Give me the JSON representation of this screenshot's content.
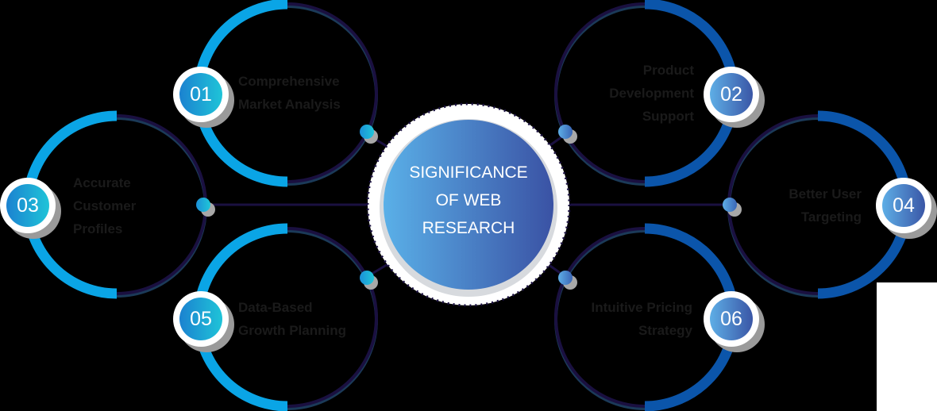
{
  "diagram": {
    "title_lines": [
      "SIGNIFICANCE",
      "OF WEB",
      "RESEARCH"
    ],
    "colors": {
      "background": "#000000",
      "cyan_arc": "#0aa5e6",
      "blue_arc": "#0b55aa",
      "dark_arc": "#1a1040",
      "dark_arc_inner": "#1b3a58",
      "label_text": "#1a1a1a",
      "center_gradient_start": "#5ab0e8",
      "center_gradient_end": "#3a52a4"
    },
    "items": [
      {
        "number": "01",
        "lines": [
          "Comprehensive",
          "Market Analysis"
        ],
        "side": "left",
        "accent": "cyan"
      },
      {
        "number": "02",
        "lines": [
          "Product",
          "Development",
          "Support"
        ],
        "side": "right",
        "accent": "blue"
      },
      {
        "number": "03",
        "lines": [
          "Accurate",
          "Customer",
          "Profiles"
        ],
        "side": "left",
        "accent": "cyan"
      },
      {
        "number": "04",
        "lines": [
          "Better User",
          "Targeting"
        ],
        "side": "right",
        "accent": "blue"
      },
      {
        "number": "05",
        "lines": [
          "Data-Based",
          "Growth Planning"
        ],
        "side": "left",
        "accent": "cyan"
      },
      {
        "number": "06",
        "lines": [
          "Intuitive Pricing",
          "Strategy"
        ],
        "side": "right",
        "accent": "blue"
      }
    ]
  }
}
